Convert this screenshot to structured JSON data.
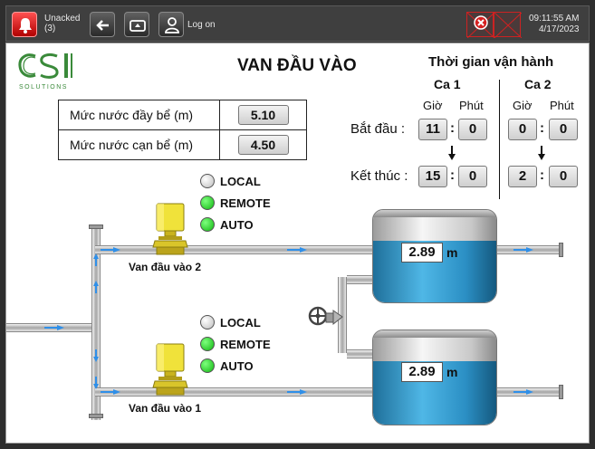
{
  "topbar": {
    "alarm_label": "Unacked",
    "alarm_count": "(3)",
    "logon_label": "Log on",
    "time": "09:11:55 AM",
    "date": "4/17/2023"
  },
  "logo": {
    "letters": "CSI",
    "sub": "SOLUTIONS",
    "color": "#3a8a3a"
  },
  "page_title": "VAN ĐẦU VÀO",
  "levels": {
    "rows": [
      {
        "label": "Mức nước đầy bể (m)",
        "value": "5.10"
      },
      {
        "label": "Mức nước cạn bể (m)",
        "value": "4.50"
      }
    ]
  },
  "schedule": {
    "title": "Thời gian vận hành",
    "start_label": "Bắt đầu :",
    "end_label": "Kết thúc :",
    "hour_label": "Giờ",
    "minute_label": "Phút",
    "shifts": [
      {
        "name": "Ca 1",
        "start_h": "11",
        "start_m": "0",
        "end_h": "15",
        "end_m": "0"
      },
      {
        "name": "Ca 2",
        "start_h": "0",
        "start_m": "0",
        "end_h": "2",
        "end_m": "0"
      }
    ]
  },
  "valves": [
    {
      "name": "Van đầu vào 2",
      "modes": [
        {
          "label": "LOCAL",
          "state": "off"
        },
        {
          "label": "REMOTE",
          "state": "on"
        },
        {
          "label": "AUTO",
          "state": "on"
        }
      ]
    },
    {
      "name": "Van đầu vào 1",
      "modes": [
        {
          "label": "LOCAL",
          "state": "off"
        },
        {
          "label": "REMOTE",
          "state": "on"
        },
        {
          "label": "AUTO",
          "state": "on"
        }
      ]
    }
  ],
  "tanks": [
    {
      "level": "2.89",
      "unit": "m"
    },
    {
      "level": "2.89",
      "unit": "m"
    }
  ],
  "colors": {
    "water": "#3aa7dc",
    "led_on": "#22cc22",
    "led_off": "#dddddd",
    "flow_arrow": "#2f8fe8",
    "alarm_red": "#d62020"
  }
}
